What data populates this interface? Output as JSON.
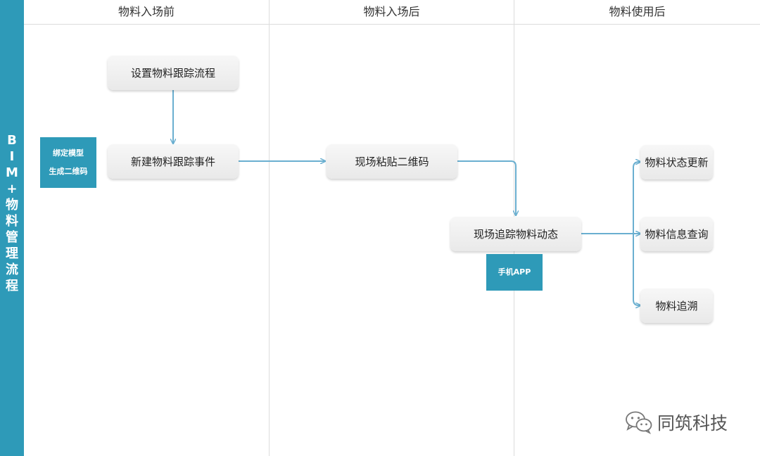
{
  "sidebar": {
    "title_chars": [
      "B",
      "I",
      "M",
      "+",
      "物",
      "料",
      "管",
      "理",
      "流",
      "程"
    ]
  },
  "lanes": [
    "物料入场前",
    "物料入场后",
    "物料使用后"
  ],
  "nodes": {
    "setup_tracking_flow": "设置物料跟踪流程",
    "new_tracking_event": "新建物料跟踪事件",
    "onsite_qr_label": "现场粘贴二维码",
    "onsite_tracking_status": "现场追踪物料动态",
    "status_update": "物料状态更新",
    "info_query": "物料信息查询",
    "traceback": "物料追溯"
  },
  "tags": {
    "bind_model_line1": "绑定模型",
    "bind_model_line2": "生成二维码",
    "mobile_app": "手机APP"
  },
  "watermark": {
    "text": "同筑科技",
    "icon": "wechat-icon"
  },
  "colors": {
    "accent": "#2e9ab8",
    "arrow": "#6aafd0",
    "grid": "#dcdcdc"
  }
}
